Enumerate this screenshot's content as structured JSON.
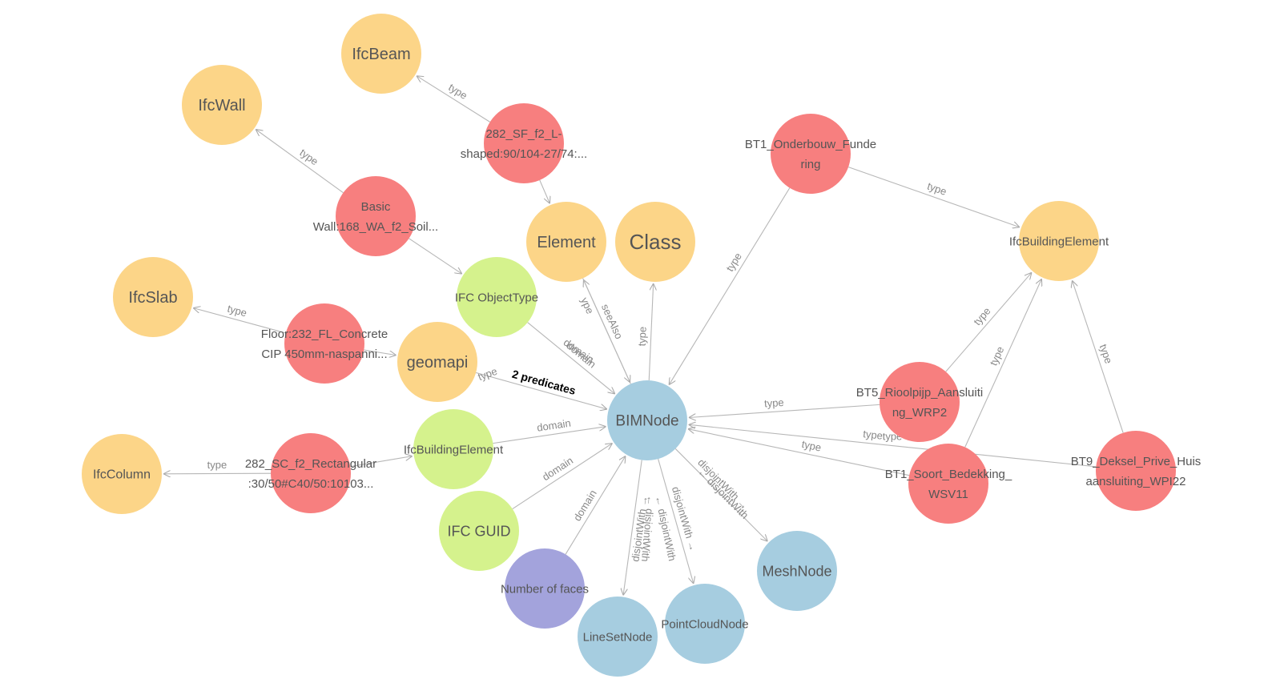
{
  "colors": {
    "instance": "#f77f7f",
    "class": "#fcd588",
    "property": "#d5f28d",
    "node": "#a6cde0",
    "literal": "#a3a3dc",
    "edge": "#b7b7b7"
  },
  "nodes": [
    {
      "id": "ifcbeam",
      "label": "IfcBeam",
      "kind": "class"
    },
    {
      "id": "ifcwall",
      "label": "IfcWall",
      "kind": "class"
    },
    {
      "id": "ifcslab",
      "label": "IfcSlab",
      "kind": "class"
    },
    {
      "id": "ifccolumn",
      "label": "IfcColumn",
      "kind": "class"
    },
    {
      "id": "element",
      "label": "Element",
      "kind": "class"
    },
    {
      "id": "class",
      "label": "Class",
      "kind": "class"
    },
    {
      "id": "geomapi",
      "label": "geomapi",
      "kind": "class"
    },
    {
      "id": "ifcbuildingelement-class",
      "label": "IfcBuildingElement",
      "kind": "class"
    },
    {
      "id": "beam-instance",
      "label": "282_SF_f2_L-shaped:90/104-27/74:...",
      "kind": "instance"
    },
    {
      "id": "wall-instance",
      "label": "Basic Wall:168_WA_f2_Soil...",
      "kind": "instance"
    },
    {
      "id": "slab-instance",
      "label": "Floor:232_FL_Concrete CIP 450mm-naspanni...",
      "kind": "instance"
    },
    {
      "id": "column-instance",
      "label": "282_SC_f2_Rectangular:30/50#C40/50:10103...",
      "kind": "instance"
    },
    {
      "id": "bt1-funde",
      "label": "BT1_Onderbouw_Funde ring",
      "kind": "instance"
    },
    {
      "id": "bt5",
      "label": "BT5_Rioolpijp_Aansluiti ng_WRP2",
      "kind": "instance"
    },
    {
      "id": "bt1-soort",
      "label": "BT1_Soort_Bedekking_ WSV11",
      "kind": "instance"
    },
    {
      "id": "bt9",
      "label": "BT9_Deksel_Prive_Huis aansluiting_WPI22",
      "kind": "instance"
    },
    {
      "id": "ifc-objecttype",
      "label": "IFC ObjectType",
      "kind": "property"
    },
    {
      "id": "ifcbuildingelement-prop",
      "label": "IfcBuildingElement",
      "kind": "property"
    },
    {
      "id": "ifc-guid",
      "label": "IFC GUID",
      "kind": "property"
    },
    {
      "id": "bimnode",
      "label": "BIMNode",
      "kind": "node"
    },
    {
      "id": "meshnode",
      "label": "MeshNode",
      "kind": "node"
    },
    {
      "id": "pointcloudnode",
      "label": "PointCloudNode",
      "kind": "node"
    },
    {
      "id": "linesetnode",
      "label": "LineSetNode",
      "kind": "node"
    },
    {
      "id": "number-of-faces",
      "label": "Number of faces",
      "kind": "literal"
    }
  ],
  "edges": [
    {
      "from": "beam-instance",
      "to": "ifcbeam",
      "label": "type"
    },
    {
      "from": "wall-instance",
      "to": "ifcwall",
      "label": "type"
    },
    {
      "from": "slab-instance",
      "to": "ifcslab",
      "label": "type"
    },
    {
      "from": "column-instance",
      "to": "ifccolumn",
      "label": "type"
    },
    {
      "from": "bt1-funde",
      "to": "ifcbuildingelement-class",
      "label": "type"
    },
    {
      "from": "bt1-funde",
      "to": "bimnode",
      "label": "type"
    },
    {
      "from": "bt5",
      "to": "ifcbuildingelement-class",
      "label": "type"
    },
    {
      "from": "bt1-soort",
      "to": "ifcbuildingelement-class",
      "label": "type"
    },
    {
      "from": "bt9",
      "to": "ifcbuildingelement-class",
      "label": "type"
    },
    {
      "from": "bt5",
      "to": "bimnode",
      "label": "type"
    },
    {
      "from": "bt1-soort",
      "to": "bimnode",
      "label": "type"
    },
    {
      "from": "bt9",
      "to": "bimnode",
      "label": "type"
    },
    {
      "from": "bimnode",
      "to": "element",
      "label": "ype"
    },
    {
      "from": "element",
      "to": "bimnode",
      "label": "seeAlso"
    },
    {
      "from": "bimnode",
      "to": "class",
      "label": "type"
    },
    {
      "from": "ifc-objecttype",
      "to": "bimnode",
      "label": "domain"
    },
    {
      "from": "ifcbuildingelement-prop",
      "to": "bimnode",
      "label": "domain"
    },
    {
      "from": "ifc-guid",
      "to": "bimnode",
      "label": "domain"
    },
    {
      "from": "number-of-faces",
      "to": "bimnode",
      "label": "domain"
    },
    {
      "from": "geomapi",
      "to": "bimnode",
      "label": "2 predicates",
      "bold": true
    },
    {
      "from": "beam-instance",
      "to": "element",
      "label": ""
    },
    {
      "from": "wall-instance",
      "to": "ifc-objecttype",
      "label": ""
    },
    {
      "from": "slab-instance",
      "to": "geomapi",
      "label": ""
    },
    {
      "from": "column-instance",
      "to": "ifcbuildingelement-prop",
      "label": ""
    },
    {
      "from": "bimnode",
      "to": "meshnode",
      "label": "disjointWith →"
    },
    {
      "from": "bimnode",
      "to": "pointcloudnode",
      "label": "disjointWith →"
    },
    {
      "from": "bimnode",
      "to": "linesetnode",
      "label": "disjointWith →"
    }
  ],
  "edge_labels_extra": [
    {
      "text": "type",
      "near": "geomapi"
    },
    {
      "text": "domain",
      "near": "ifc-objecttype"
    },
    {
      "text": "← disjointWith",
      "near": "meshnode"
    },
    {
      "text": "← disjointWith",
      "near": "pointcloudnode"
    },
    {
      "text": "← disjointWith",
      "near": "linesetnode"
    },
    {
      "text": "type",
      "near": "bt9"
    }
  ]
}
